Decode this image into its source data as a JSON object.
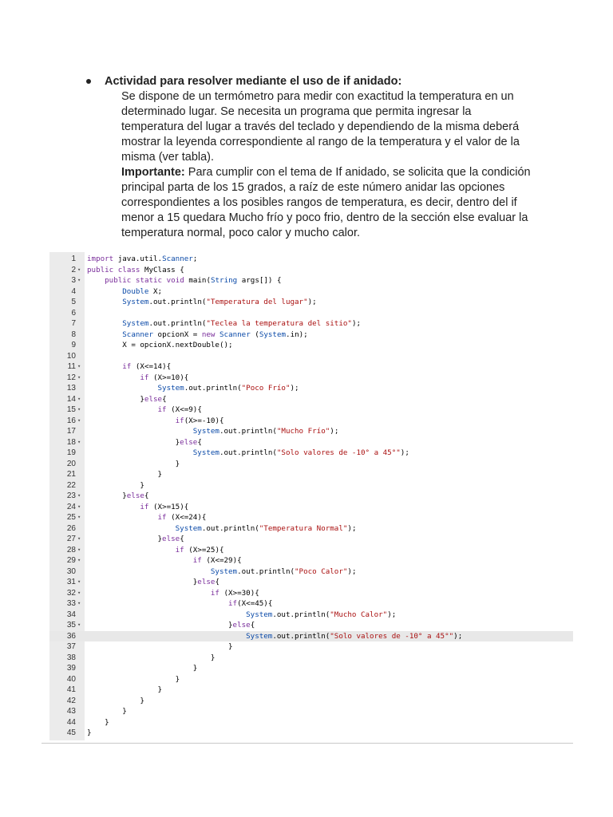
{
  "task": {
    "title": "Actividad para resolver mediante el uso de if anidado:",
    "paragraph1": "Se dispone de un termómetro para medir con exactitud la temperatura en un determinado lugar. Se necesita un programa que permita ingresar la temperatura del lugar a través del teclado y dependiendo de la misma deberá mostrar la leyenda correspondiente al rango de la temperatura y el valor de la misma (ver tabla).",
    "important_label": "Importante:",
    "paragraph2": " Para cumplir con el tema de If anidado, se solicita que la condición principal parta de los 15 grados, a raíz de este número anidar las opciones correspondientes a los posibles rangos de temperatura, es decir, dentro del if menor a 15 quedara Mucho frío y poco frio, dentro de la sección else evaluar la temperatura normal, poco calor y mucho calor."
  },
  "editor": {
    "active_line": 36,
    "lines": [
      {
        "n": "1",
        "fold": "",
        "code": "import java.util.Scanner;"
      },
      {
        "n": "2",
        "fold": "▾",
        "code": "public class MyClass {"
      },
      {
        "n": "3",
        "fold": "▾",
        "code": "    public static void main(String args[]) {"
      },
      {
        "n": "4",
        "fold": "",
        "code": "        Double X;"
      },
      {
        "n": "5",
        "fold": "",
        "code": "        System.out.println(\"Temperatura del lugar\");"
      },
      {
        "n": "6",
        "fold": "",
        "code": ""
      },
      {
        "n": "7",
        "fold": "",
        "code": "        System.out.println(\"Teclea la temperatura del sitio\");"
      },
      {
        "n": "8",
        "fold": "",
        "code": "        Scanner opcionX = new Scanner (System.in);"
      },
      {
        "n": "9",
        "fold": "",
        "code": "        X = opcionX.nextDouble();"
      },
      {
        "n": "10",
        "fold": "",
        "code": ""
      },
      {
        "n": "11",
        "fold": "▾",
        "code": "        if (X<=14){"
      },
      {
        "n": "12",
        "fold": "▾",
        "code": "            if (X>=10){"
      },
      {
        "n": "13",
        "fold": "",
        "code": "                System.out.println(\"Poco Frío\");"
      },
      {
        "n": "14",
        "fold": "▾",
        "code": "            }else{"
      },
      {
        "n": "15",
        "fold": "▾",
        "code": "                if (X<=9){"
      },
      {
        "n": "16",
        "fold": "▾",
        "code": "                    if(X>=-10){"
      },
      {
        "n": "17",
        "fold": "",
        "code": "                        System.out.println(\"Mucho Frío\");"
      },
      {
        "n": "18",
        "fold": "▾",
        "code": "                    }else{"
      },
      {
        "n": "19",
        "fold": "",
        "code": "                        System.out.println(\"Solo valores de -10° a 45°\");"
      },
      {
        "n": "20",
        "fold": "",
        "code": "                    }"
      },
      {
        "n": "21",
        "fold": "",
        "code": "                }"
      },
      {
        "n": "22",
        "fold": "",
        "code": "            }"
      },
      {
        "n": "23",
        "fold": "▾",
        "code": "        }else{"
      },
      {
        "n": "24",
        "fold": "▾",
        "code": "            if (X>=15){"
      },
      {
        "n": "25",
        "fold": "▾",
        "code": "                if (X<=24){"
      },
      {
        "n": "26",
        "fold": "",
        "code": "                    System.out.println(\"Temperatura Normal\");"
      },
      {
        "n": "27",
        "fold": "▾",
        "code": "                }else{"
      },
      {
        "n": "28",
        "fold": "▾",
        "code": "                    if (X>=25){"
      },
      {
        "n": "29",
        "fold": "▾",
        "code": "                        if (X<=29){"
      },
      {
        "n": "30",
        "fold": "",
        "code": "                            System.out.println(\"Poco Calor\");"
      },
      {
        "n": "31",
        "fold": "▾",
        "code": "                        }else{"
      },
      {
        "n": "32",
        "fold": "▾",
        "code": "                            if (X>=30){"
      },
      {
        "n": "33",
        "fold": "▾",
        "code": "                                if(X<=45){"
      },
      {
        "n": "34",
        "fold": "",
        "code": "                                    System.out.println(\"Mucho Calor\");"
      },
      {
        "n": "35",
        "fold": "▾",
        "code": "                                }else{"
      },
      {
        "n": "36",
        "fold": "",
        "code": "                                    System.out.println(\"Solo valores de -10° a 45°\");"
      },
      {
        "n": "37",
        "fold": "",
        "code": "                                }"
      },
      {
        "n": "38",
        "fold": "",
        "code": "                            }"
      },
      {
        "n": "39",
        "fold": "",
        "code": "                        }"
      },
      {
        "n": "40",
        "fold": "",
        "code": "                    }"
      },
      {
        "n": "41",
        "fold": "",
        "code": "                }"
      },
      {
        "n": "42",
        "fold": "",
        "code": "            }"
      },
      {
        "n": "43",
        "fold": "",
        "code": "        }"
      },
      {
        "n": "44",
        "fold": "",
        "code": "    }"
      },
      {
        "n": "45",
        "fold": "",
        "code": "}"
      }
    ]
  }
}
